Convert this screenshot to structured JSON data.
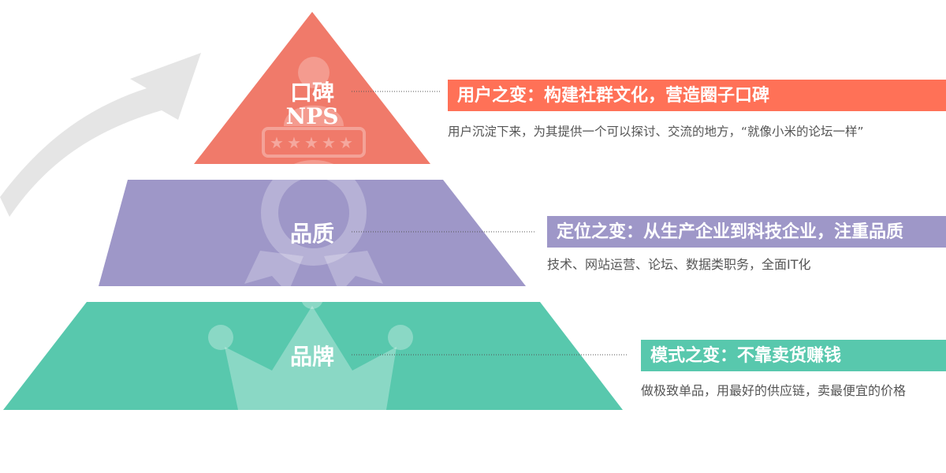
{
  "colors": {
    "top": "#f07a6a",
    "top_bar": "#ff7157",
    "middle": "#9e97c8",
    "middle_bar": "#9e97c8",
    "bottom": "#58c8ad",
    "bottom_bar": "#58c8ad",
    "arrow": "#e2e2e2",
    "desc_text": "#555555"
  },
  "layers": {
    "top": {
      "label_line1": "口碑",
      "label_line2": "NPS",
      "icon": "person-with-rating-stars-icon",
      "title": "用户之变：构建社群文化，营造圈子口碑",
      "desc": "用户沉淀下来，为其提供一个可以探讨、交流的地方，“就像小米的论坛一样”"
    },
    "middle": {
      "label": "品质",
      "icon": "award-ribbon-icon",
      "title": "定位之变：从生产企业到科技企业，注重品质",
      "desc": "技术、网站运营、论坛、数据类职务，全面IT化"
    },
    "bottom": {
      "label": "品牌",
      "icon": "crown-icon",
      "title": "模式之变：不靠卖货赚钱",
      "desc": "做极致单品，用最好的供应链，卖最便宜的价格"
    }
  }
}
